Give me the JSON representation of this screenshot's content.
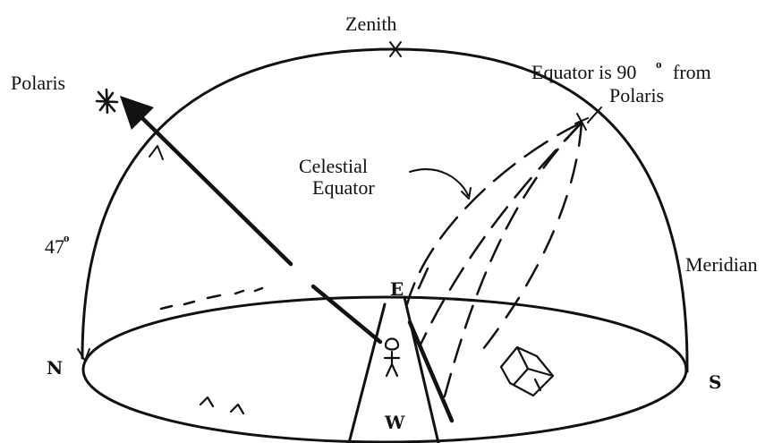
{
  "diagram": {
    "labels": {
      "zenith": "Zenith",
      "polaris": "Polaris",
      "equator_note_line1": "Equator is 90",
      "equator_note_degree": "o",
      "equator_note_from": "from",
      "equator_note_line2": "Polaris",
      "celestial_line1": "Celestial",
      "celestial_line2": "Equator",
      "angle": "47",
      "angle_degree": "o",
      "meridian": "Meridian",
      "north": "N",
      "south": "S",
      "west": "W",
      "east": "E"
    }
  }
}
